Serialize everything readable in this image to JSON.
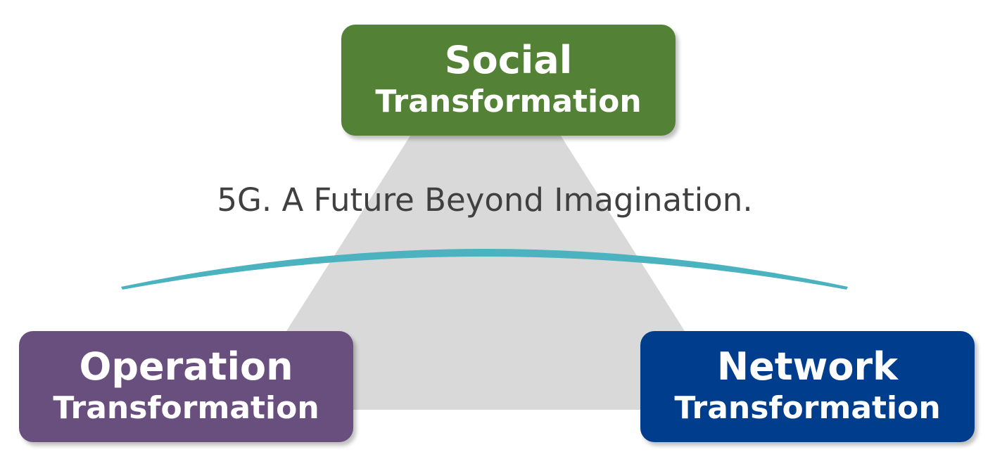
{
  "tagline": "5G. A Future Beyond Imagination.",
  "nodes": {
    "social": {
      "line1": "Social",
      "line2": "Transformation",
      "color": "#538135"
    },
    "operation": {
      "line1": "Operation",
      "line2": "Transformation",
      "color": "#694f7d"
    },
    "network": {
      "line1": "Network",
      "line2": "Transformation",
      "color": "#003d8c"
    }
  },
  "colors": {
    "triangle": "#d9d9d9",
    "arc": "#4bb2c0",
    "text": "#404040"
  }
}
